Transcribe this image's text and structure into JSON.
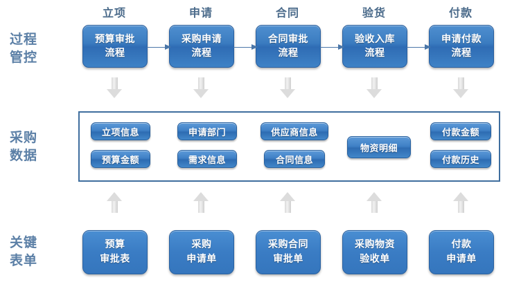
{
  "diagram": {
    "row_labels": [
      {
        "id": "process-control",
        "line1": "过程",
        "line2": "管控"
      },
      {
        "id": "procurement-data",
        "line1": "采购",
        "line2": "数据"
      },
      {
        "id": "key-forms",
        "line1": "关键",
        "line2": "表单"
      }
    ],
    "column_headers": [
      {
        "id": "project-initiation",
        "label": "立项"
      },
      {
        "id": "application",
        "label": "申请"
      },
      {
        "id": "contract",
        "label": "合同"
      },
      {
        "id": "inspection",
        "label": "验货"
      },
      {
        "id": "payment",
        "label": "付款"
      }
    ],
    "process_boxes": [
      {
        "id": "budget-approval-process",
        "line1": "预算审批",
        "line2": "流程"
      },
      {
        "id": "purchase-request-process",
        "line1": "采购申请",
        "line2": "流程"
      },
      {
        "id": "contract-approval-process",
        "line1": "合同审批",
        "line2": "流程"
      },
      {
        "id": "acceptance-storage-process",
        "line1": "验收入库",
        "line2": "流程"
      },
      {
        "id": "payment-request-process",
        "line1": "申请付款",
        "line2": "流程"
      }
    ],
    "data_pills": [
      {
        "id": "project-info",
        "label": "立项信息"
      },
      {
        "id": "budget-amount",
        "label": "预算金额"
      },
      {
        "id": "requesting-department",
        "label": "申请部门"
      },
      {
        "id": "requirement-info",
        "label": "需求信息"
      },
      {
        "id": "supplier-info",
        "label": "供应商信息"
      },
      {
        "id": "contract-info",
        "label": "合同信息"
      },
      {
        "id": "material-details",
        "label": "物资明细"
      },
      {
        "id": "payment-amount",
        "label": "付款金额"
      },
      {
        "id": "payment-history",
        "label": "付款历史"
      }
    ],
    "form_boxes": [
      {
        "id": "budget-approval-form",
        "line1": "预算",
        "line2": "审批表"
      },
      {
        "id": "purchase-request-form",
        "line1": "采购",
        "line2": "申请单"
      },
      {
        "id": "purchase-contract-approval-form",
        "line1": "采购合同",
        "line2": "审批单"
      },
      {
        "id": "material-acceptance-form",
        "line1": "采购物资",
        "line2": "验收单"
      },
      {
        "id": "payment-request-form",
        "line1": "付款",
        "line2": "申请单"
      }
    ],
    "colors": {
      "box_blue": "#3b7cc0",
      "container_border": "#3f6e9e",
      "label_blue": "#5b7fa6",
      "header_blue": "#4a6a8a",
      "arrow_gray": "#dcdcdc",
      "connector_blue": "#4a76a8"
    }
  }
}
